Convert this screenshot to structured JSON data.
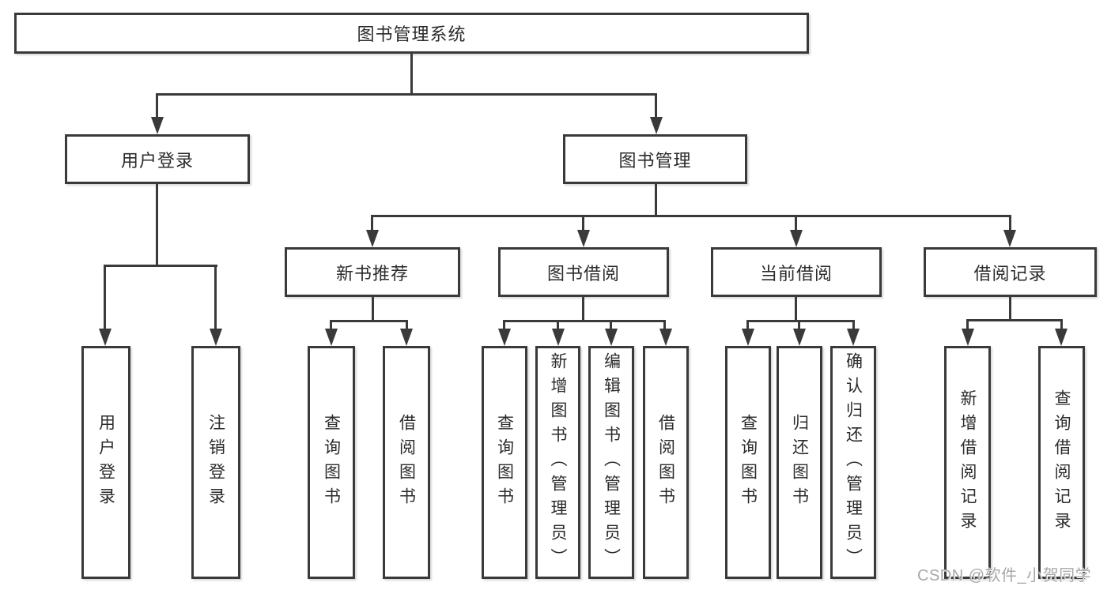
{
  "tree": {
    "root": "图书管理系统",
    "children": [
      {
        "label": "用户登录",
        "children": [
          "用户登录",
          "注销登录"
        ]
      },
      {
        "label": "图书管理",
        "children": [
          {
            "label": "新书推荐",
            "children": [
              "查询图书",
              "借阅图书"
            ]
          },
          {
            "label": "图书借阅",
            "children": [
              "查询图书",
              "新增图书（管理员）",
              "编辑图书（管理员）",
              "借阅图书"
            ]
          },
          {
            "label": "当前借阅",
            "children": [
              "查询图书",
              "归还图书",
              "确认归还（管理员）"
            ]
          },
          {
            "label": "借阅记录",
            "children": [
              "新增借阅记录",
              "查询借阅记录"
            ]
          }
        ]
      }
    ]
  },
  "watermark": {
    "text": "CSDN @软件_小贺同学"
  },
  "colors": {
    "line": "#3a3a3a",
    "text": "#2b2b2b",
    "background": "#ffffff",
    "watermark": "#a8a8a8"
  }
}
